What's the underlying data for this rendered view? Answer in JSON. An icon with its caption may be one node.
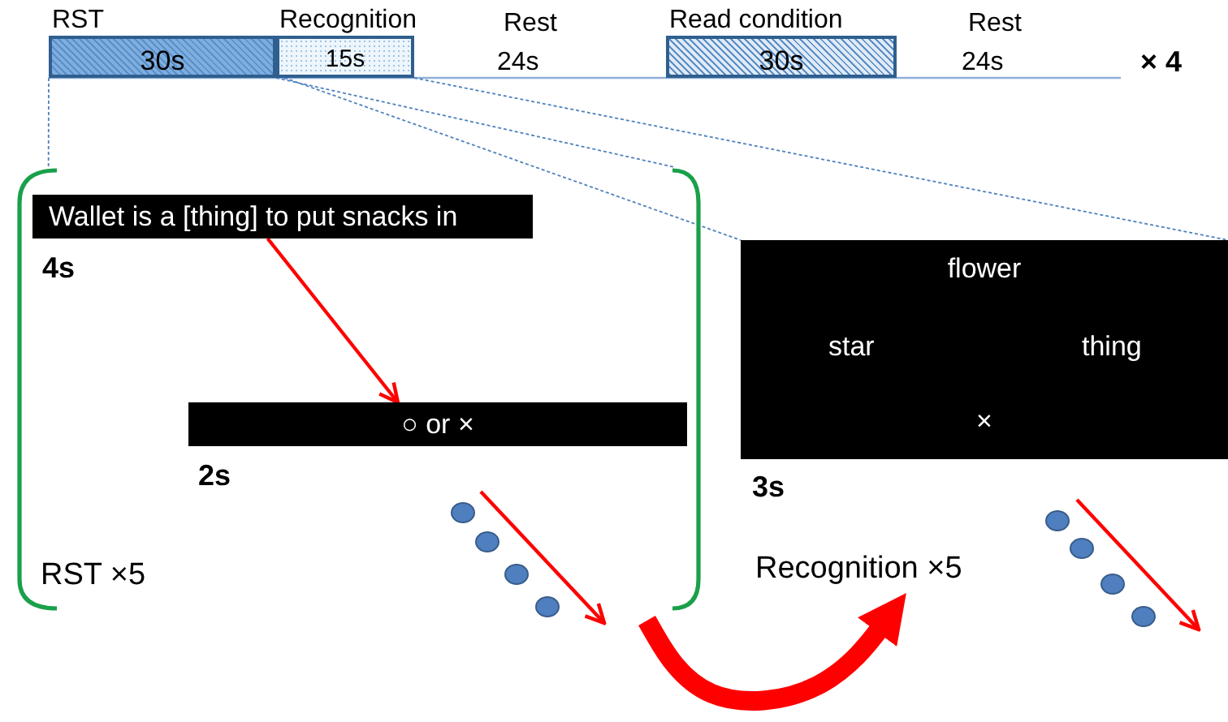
{
  "diagram": {
    "nodes": [
      {
        "text": [
          "RST",
          "30s"
        ]
      },
      {
        "text": [
          "Recognition",
          "15s"
        ]
      },
      {
        "text": [
          "Read condition",
          "30s"
        ]
      },
      {
        "text": [],
        "shape": "bracket",
        "beside": [
          "RST ×5"
        ]
      },
      {
        "text": [
          "Wallet is a [thing] to put snacks in"
        ],
        "in": 3,
        "beside": [
          "4s"
        ]
      },
      {
        "text": [
          "○ or ×"
        ],
        "in": 3,
        "beside": [
          "2s"
        ]
      },
      {
        "text": [
          "flower",
          "star",
          "thing",
          "×"
        ],
        "beside": [
          "3s",
          "Recognition ×5"
        ]
      }
    ],
    "edges": [
      {
        "from": 0,
        "to": 3,
        "arrow": "none",
        "style": "dashed"
      },
      {
        "from": 0,
        "to": 3,
        "arrow": "none",
        "style": "dashed"
      },
      {
        "from": 1,
        "to": 6,
        "arrow": "none",
        "style": "dashed"
      },
      {
        "from": 1,
        "to": 6,
        "arrow": "none",
        "style": "dashed"
      },
      {
        "from": 4,
        "to": 5,
        "arrow": "to",
        "color": "#ff0000"
      },
      {
        "from": 3,
        "to": 6,
        "arrow": "to",
        "style": "thick",
        "color": "#ff0000"
      }
    ],
    "labels": [
      "Rest",
      "24s",
      "Rest",
      "24s",
      "× 4"
    ]
  }
}
